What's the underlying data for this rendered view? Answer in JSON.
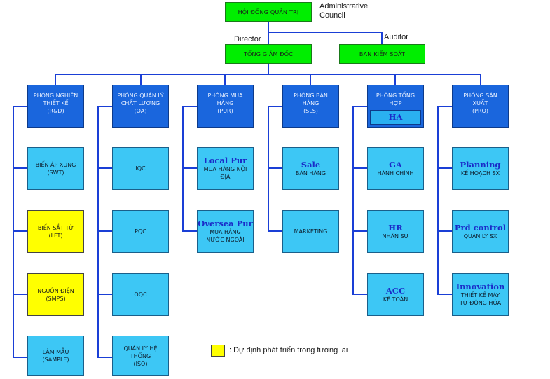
{
  "top": {
    "council": "HỘI ĐỒNG QUẢN TRỊ",
    "council_en": [
      "Administrative",
      "Council"
    ],
    "director_label": "Director",
    "auditor_label": "Auditor",
    "ceo": "TỔNG GIÁM ĐỐC",
    "audit": "BAN KIỂM SOÁT"
  },
  "departments": [
    {
      "lines": [
        "PHÒNG NGHIÊN",
        "THIẾT KẾ",
        "(R&D)"
      ]
    },
    {
      "lines": [
        "PHÒNG QUẢN LÝ",
        "CHẤT LƯƠNG",
        "(QA)"
      ]
    },
    {
      "lines": [
        "PHÒNG MUA",
        "HÀNG",
        "(PUR)"
      ]
    },
    {
      "lines": [
        "PHÒNG BÁN",
        "HÀNG",
        "(SLS)"
      ]
    },
    {
      "lines": [
        "PHÒNG TỔNG",
        "HỢP"
      ],
      "tag": "HA"
    },
    {
      "lines": [
        "PHÒNG SẢN",
        "XUẤT",
        "(PRO)"
      ]
    }
  ],
  "subunits": {
    "rnd": [
      {
        "lines": [
          "BIẾN ÁP XUNG",
          "(SWT)"
        ],
        "future": false
      },
      {
        "lines": [
          "BIẾN SẮT TỪ",
          "(LFT)"
        ],
        "future": true
      },
      {
        "lines": [
          "NGUỒN ĐIỆN",
          "(SMPS)"
        ],
        "future": true
      },
      {
        "lines": [
          "LÀM MẪU",
          "(SAMPLE)"
        ],
        "future": false
      }
    ],
    "qa": [
      {
        "lines": [
          "IQC"
        ]
      },
      {
        "lines": [
          "PQC"
        ]
      },
      {
        "lines": [
          "OQC"
        ]
      },
      {
        "lines": [
          "QUẢN LÝ HỆ",
          "THỐNG",
          "(ISO)"
        ]
      }
    ],
    "pur": [
      {
        "en": "Local Pur",
        "lines": [
          "MUA HÀNG NỘI",
          "ĐỊA"
        ]
      },
      {
        "en": "Oversea Pur",
        "lines": [
          "MUA HÀNG",
          "NƯỚC NGOÀI"
        ]
      }
    ],
    "sls": [
      {
        "en": "Sale",
        "lines": [
          "BÁN HÀNG"
        ]
      },
      {
        "lines": [
          "MARKETING"
        ]
      }
    ],
    "ha": [
      {
        "en": "GA",
        "lines": [
          "HÀNH CHÍNH"
        ]
      },
      {
        "en": "HR",
        "lines": [
          "NHÂN SỰ"
        ]
      },
      {
        "en": "ACC",
        "lines": [
          "KẾ TOÁN"
        ]
      }
    ],
    "pro": [
      {
        "en": "Planning",
        "lines": [
          "KẾ HOẠCH SX"
        ]
      },
      {
        "en": "Prd control",
        "lines": [
          "QUẢN LÝ SX"
        ]
      },
      {
        "en": "Innovation",
        "lines": [
          "THIẾT KẾ MÁY",
          "TỰ ĐỘNG HÓA"
        ]
      }
    ]
  },
  "legend": {
    "text": ": Dự định phát triển trong tương lai"
  },
  "colors": {
    "top_boxes": "#00ee00",
    "department": "#1a66dd",
    "subunit": "#3dc7f5",
    "future": "#ffff00",
    "connector": "#1a3fd6",
    "english_label": "#1a2cc8"
  }
}
